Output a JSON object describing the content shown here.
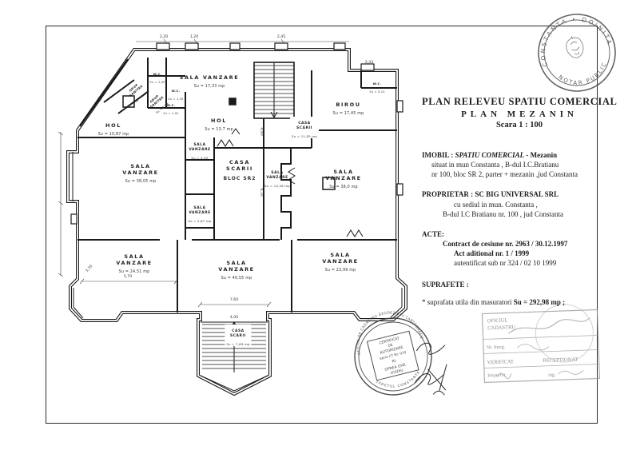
{
  "title_block": {
    "line1": "PLAN  RELEVEU  SPATIU COMERCIAL",
    "line2": "PLAN MEZANIN",
    "line3": "Scara  1 : 100",
    "imobil_label": "IMOBIL :",
    "imobil_name": "SPATIU COMERCIAL",
    "imobil_suffix": "- Mezanin",
    "imobil_line2": "situat in mun Constanta , B-dul I.C.Bratianu",
    "imobil_line3": "nr 100, bloc SR 2, parter + mezanin ,jud Constanta",
    "proprietar_label": "PROPRIETAR :",
    "proprietar_name": "SC BIG UNIVERSAL SRL",
    "proprietar_line2": "cu sediul in mun. Constanta ,",
    "proprietar_line3": "B-dul I.C Bratianu nr. 100 , jud  Constanta",
    "acte_label": "ACTE:",
    "acte_line1": "Contract de cesiune nr. 2963 / 30.12.1997",
    "acte_line2": "Act aditional nr. 1 / 1999",
    "acte_line3": "autentificat sub nr 324 / 02 10 1999",
    "suprafete_label": "SUPRAFETE :",
    "suprafete_bullet": "*",
    "suprafete_text": "suprafata utila din masuratori",
    "suprafete_value": "Su = 292,98 mp ;"
  },
  "plan": {
    "rooms": [
      {
        "name": "SALA VANZARE",
        "area": "Su = 17,33 mp"
      },
      {
        "name": "HOL",
        "area": "Su = 10,87 mp"
      },
      {
        "name": "HOL",
        "area": "Su = 13,7 mp"
      },
      {
        "name": "CASA SCARII",
        "area": "Su = 11,83 mp"
      },
      {
        "name": "BIROU",
        "area": "Su = 17,45 mp"
      },
      {
        "name": "SALA VANZARE",
        "area": "Su = 4,92"
      },
      {
        "name": "SALA VANZARE",
        "area": "Su = 38,05 mp"
      },
      {
        "name": "CASA SCARII",
        "area": "BLOC SR2"
      },
      {
        "name": "SALA VANZARE",
        "area": "Su = 14,28 mp"
      },
      {
        "name": "SALA VANZARE",
        "area": "Su = 38,0 mp"
      },
      {
        "name": "SALA VANZARE",
        "area": "Su = 5,67 mp"
      },
      {
        "name": "SALA VANZARE",
        "area": "Su = 24,51 mp"
      },
      {
        "name": "SALA VANZARE",
        "area": "Su = 40,55 mp"
      },
      {
        "name": "SALA VANZARE",
        "area": "Su = 23,99 mp"
      },
      {
        "name": "CASA SCARII",
        "area": "Su = 7,89 mp"
      },
      {
        "name": "GRUP SANITAR",
        "area": "Su = 2,23"
      },
      {
        "name": "GRUP SANITAR",
        "area": "Su = 2,08"
      },
      {
        "name": "W.C.",
        "area": "Su = 2,05"
      },
      {
        "name": "W.C.",
        "area": "Su = 1,30"
      },
      {
        "name": "W.C.",
        "area": "Su = 1,02"
      },
      {
        "name": "W.C.",
        "area": "Su = 5,14"
      }
    ],
    "dims": [
      "2,20",
      "1,20",
      "2,45",
      "2,43",
      "5,70",
      "7,60",
      "4,90",
      "6,10",
      "3,70",
      "4,00"
    ]
  },
  "stamps": {
    "notary": {
      "arc_top": "CONSTANTA  •  DOINITA",
      "arc_bottom": "NOTAR PUBLIC"
    },
    "certificate": {
      "arc_top": "OFICIUL DE CADASTRU GEODEZIE SI CARTOGRAFIE",
      "arc_bottom": "JUDETUL CONSTANTA",
      "line1": "CERTIFICAT",
      "line2": "DE",
      "line3": "AUTORIZARE",
      "line4": "Seria CT Nr. 019",
      "line5": "RL",
      "line6": "OPREA GHE.",
      "line7": "OVIDIU"
    },
    "cadastru": {
      "org1": "OFICIUL",
      "org2": "CADASTRU",
      "reg": "Nr. Inreg.",
      "verif": "VERIFICAT",
      "recep": "RECEPTIONAT",
      "insp": "Inspector,",
      "ing": "ing."
    }
  }
}
